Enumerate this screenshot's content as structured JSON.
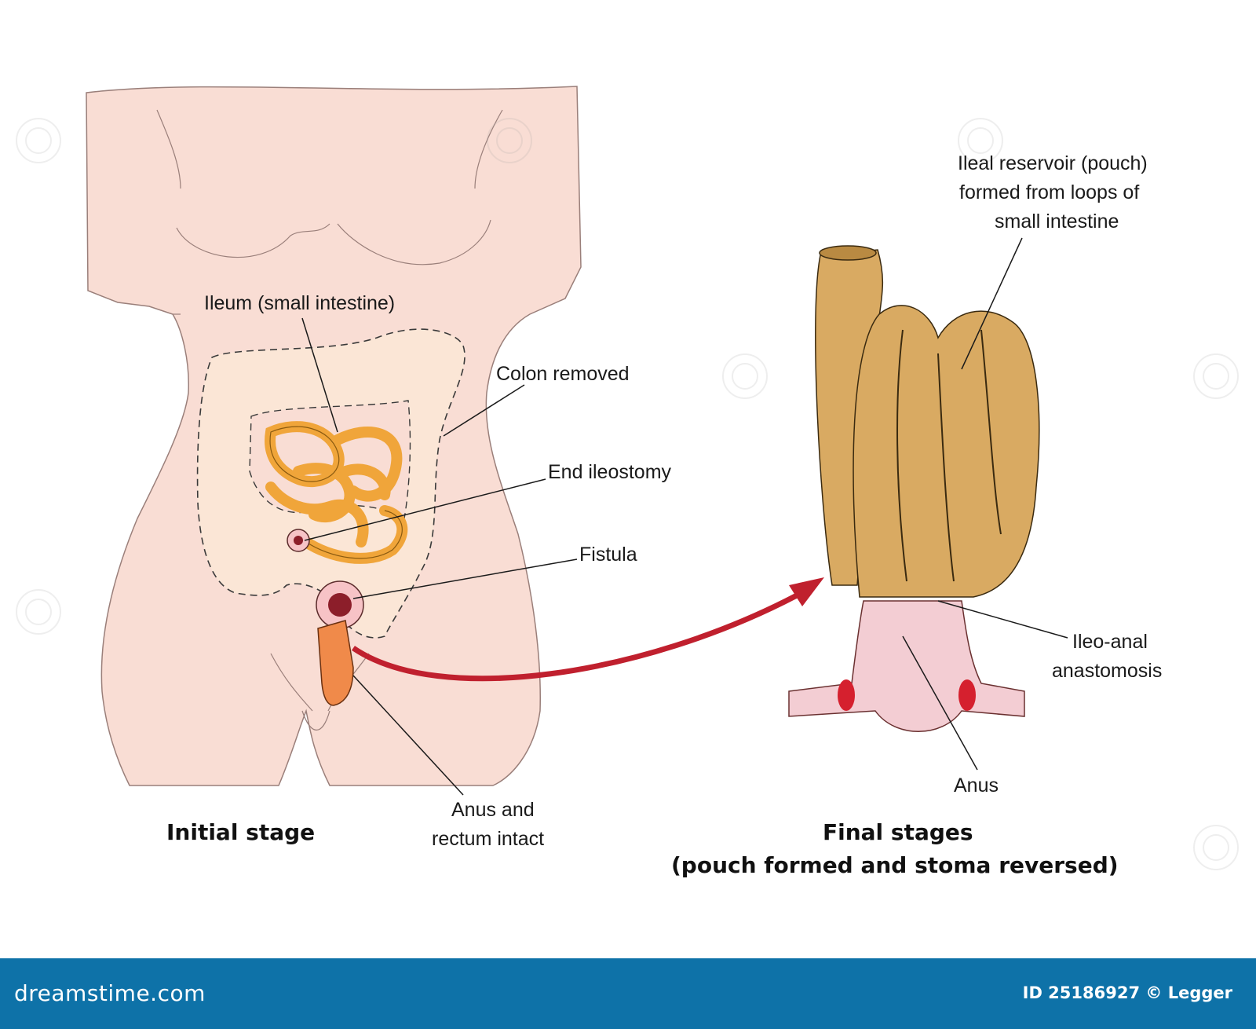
{
  "labels": {
    "ileum": "Ileum (small intestine)",
    "colon_removed": "Colon removed",
    "end_ileostomy": "End ileostomy",
    "fistula": "Fistula",
    "anus_rectum_line1": "Anus and",
    "anus_rectum_line2": "rectum intact",
    "ileal_reservoir_line1": "Ileal reservoir (pouch)",
    "ileal_reservoir_line2": "formed from loops of",
    "ileal_reservoir_line3": "small intestine",
    "ileo_anal_line1": "Ileo-anal",
    "ileo_anal_line2": "anastomosis",
    "anus": "Anus"
  },
  "captions": {
    "initial": "Initial stage",
    "final_line1": "Final stages",
    "final_line2": "(pouch formed and stoma reversed)"
  },
  "footer": {
    "logo": "dreamstime.com",
    "id_text": "ID 25186927 © Legger"
  },
  "colors": {
    "skin": "#f9ddd4",
    "small_intestine": "#f0a53a",
    "colon": "#fbe6d6",
    "pouch": "#d9aa62",
    "rectum": "#f08a4a",
    "arrow": "#c0202e",
    "anal_canal": "#f3cdd3",
    "footer": "#0e72a8"
  }
}
